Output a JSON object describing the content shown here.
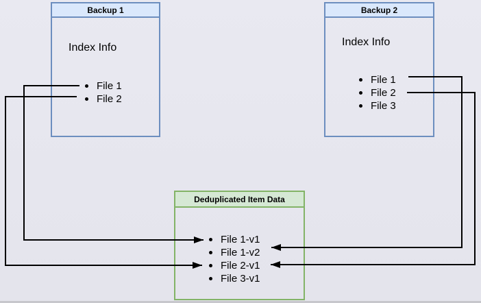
{
  "backup1": {
    "title": "Backup 1",
    "section_label": "Index Info",
    "files": [
      "File 1",
      "File 2"
    ]
  },
  "backup2": {
    "title": "Backup 2",
    "section_label": "Index Info",
    "files": [
      "File 1",
      "File 2",
      "File 3"
    ]
  },
  "dedup": {
    "title": "Deduplicated Item Data",
    "items": [
      "File 1-v1",
      "File 1-v2",
      "File 2-v1",
      "File 3-v1"
    ]
  },
  "connections": [
    {
      "from": "backup1 / File 1",
      "to": "File 1-v1",
      "route": "left"
    },
    {
      "from": "backup1 / File 2",
      "to": "File 2-v1",
      "route": "left"
    },
    {
      "from": "backup2 / File 1",
      "to": "File 1-v2",
      "route": "right"
    },
    {
      "from": "backup2 / File 2",
      "to": "File 2-v1",
      "route": "right"
    }
  ],
  "colors": {
    "blue_border": "#6c8ebf",
    "blue_header_fill": "#dae8fc",
    "green_border": "#82b366",
    "green_header_fill": "#d5e8d4",
    "connector": "#000000",
    "background": "#e5e5ed"
  }
}
